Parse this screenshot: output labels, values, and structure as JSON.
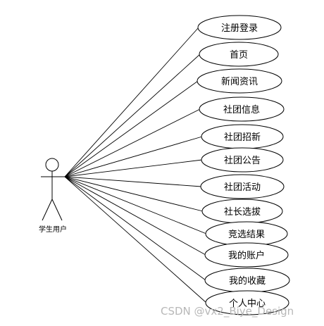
{
  "actor": {
    "label": "学生用户"
  },
  "use_cases": [
    {
      "label": "注册登录"
    },
    {
      "label": "首页"
    },
    {
      "label": "新闻资讯"
    },
    {
      "label": "社团信息"
    },
    {
      "label": "社团招新"
    },
    {
      "label": "社团公告"
    },
    {
      "label": "社团活动"
    },
    {
      "label": "社长选拔"
    },
    {
      "label": "竞选结果"
    },
    {
      "label": "我的账户"
    },
    {
      "label": "我的收藏"
    },
    {
      "label": "个人中心"
    }
  ],
  "watermark": "CSDN @vx2_Biye_Design"
}
